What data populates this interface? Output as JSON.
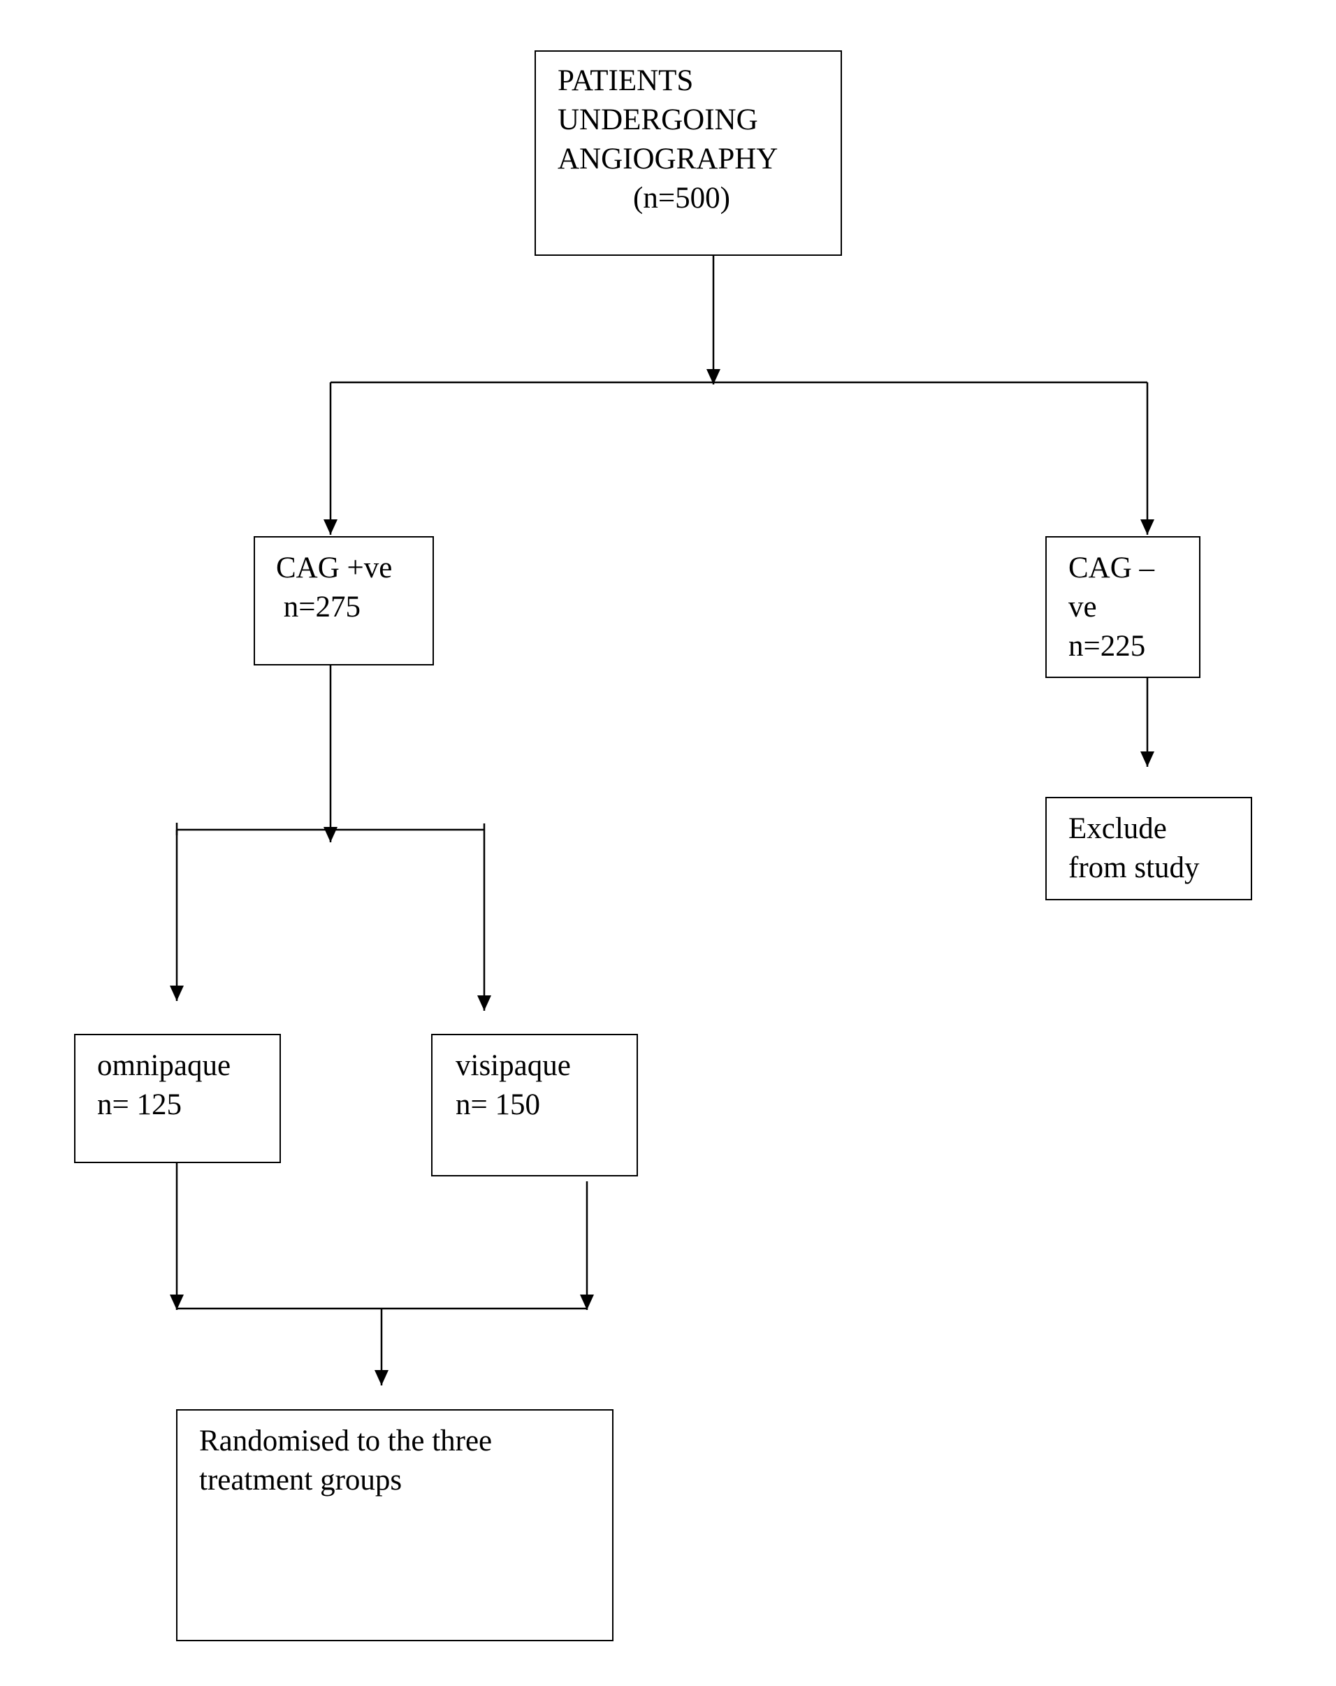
{
  "diagram": {
    "nodes": [
      {
        "id": "patients",
        "lines": [
          "PATIENTS",
          "UNDERGOING",
          "ANGIOGRAPHY",
          "(n=500)"
        ]
      },
      {
        "id": "cag_pos",
        "lines": [
          "CAG +ve",
          " n=275"
        ]
      },
      {
        "id": "cag_neg",
        "lines": [
          "CAG –",
          "ve",
          "n=225"
        ]
      },
      {
        "id": "exclude",
        "lines": [
          "Exclude",
          "from study"
        ]
      },
      {
        "id": "omnipaque",
        "lines": [
          "omnipaque",
          "n= 125"
        ]
      },
      {
        "id": "visipaque",
        "lines": [
          "visipaque",
          "n= 150"
        ]
      },
      {
        "id": "randomised",
        "lines": [
          "Randomised to the three",
          "treatment groups"
        ]
      }
    ],
    "edges": [
      {
        "from": "patients",
        "to": "cag_pos"
      },
      {
        "from": "patients",
        "to": "cag_neg"
      },
      {
        "from": "cag_neg",
        "to": "exclude"
      },
      {
        "from": "cag_pos",
        "to": "omnipaque"
      },
      {
        "from": "cag_pos",
        "to": "visipaque"
      },
      {
        "from": "omnipaque",
        "to": "randomised"
      },
      {
        "from": "visipaque",
        "to": "randomised"
      }
    ],
    "colors": {
      "line": "#000000",
      "background": "#ffffff"
    }
  }
}
